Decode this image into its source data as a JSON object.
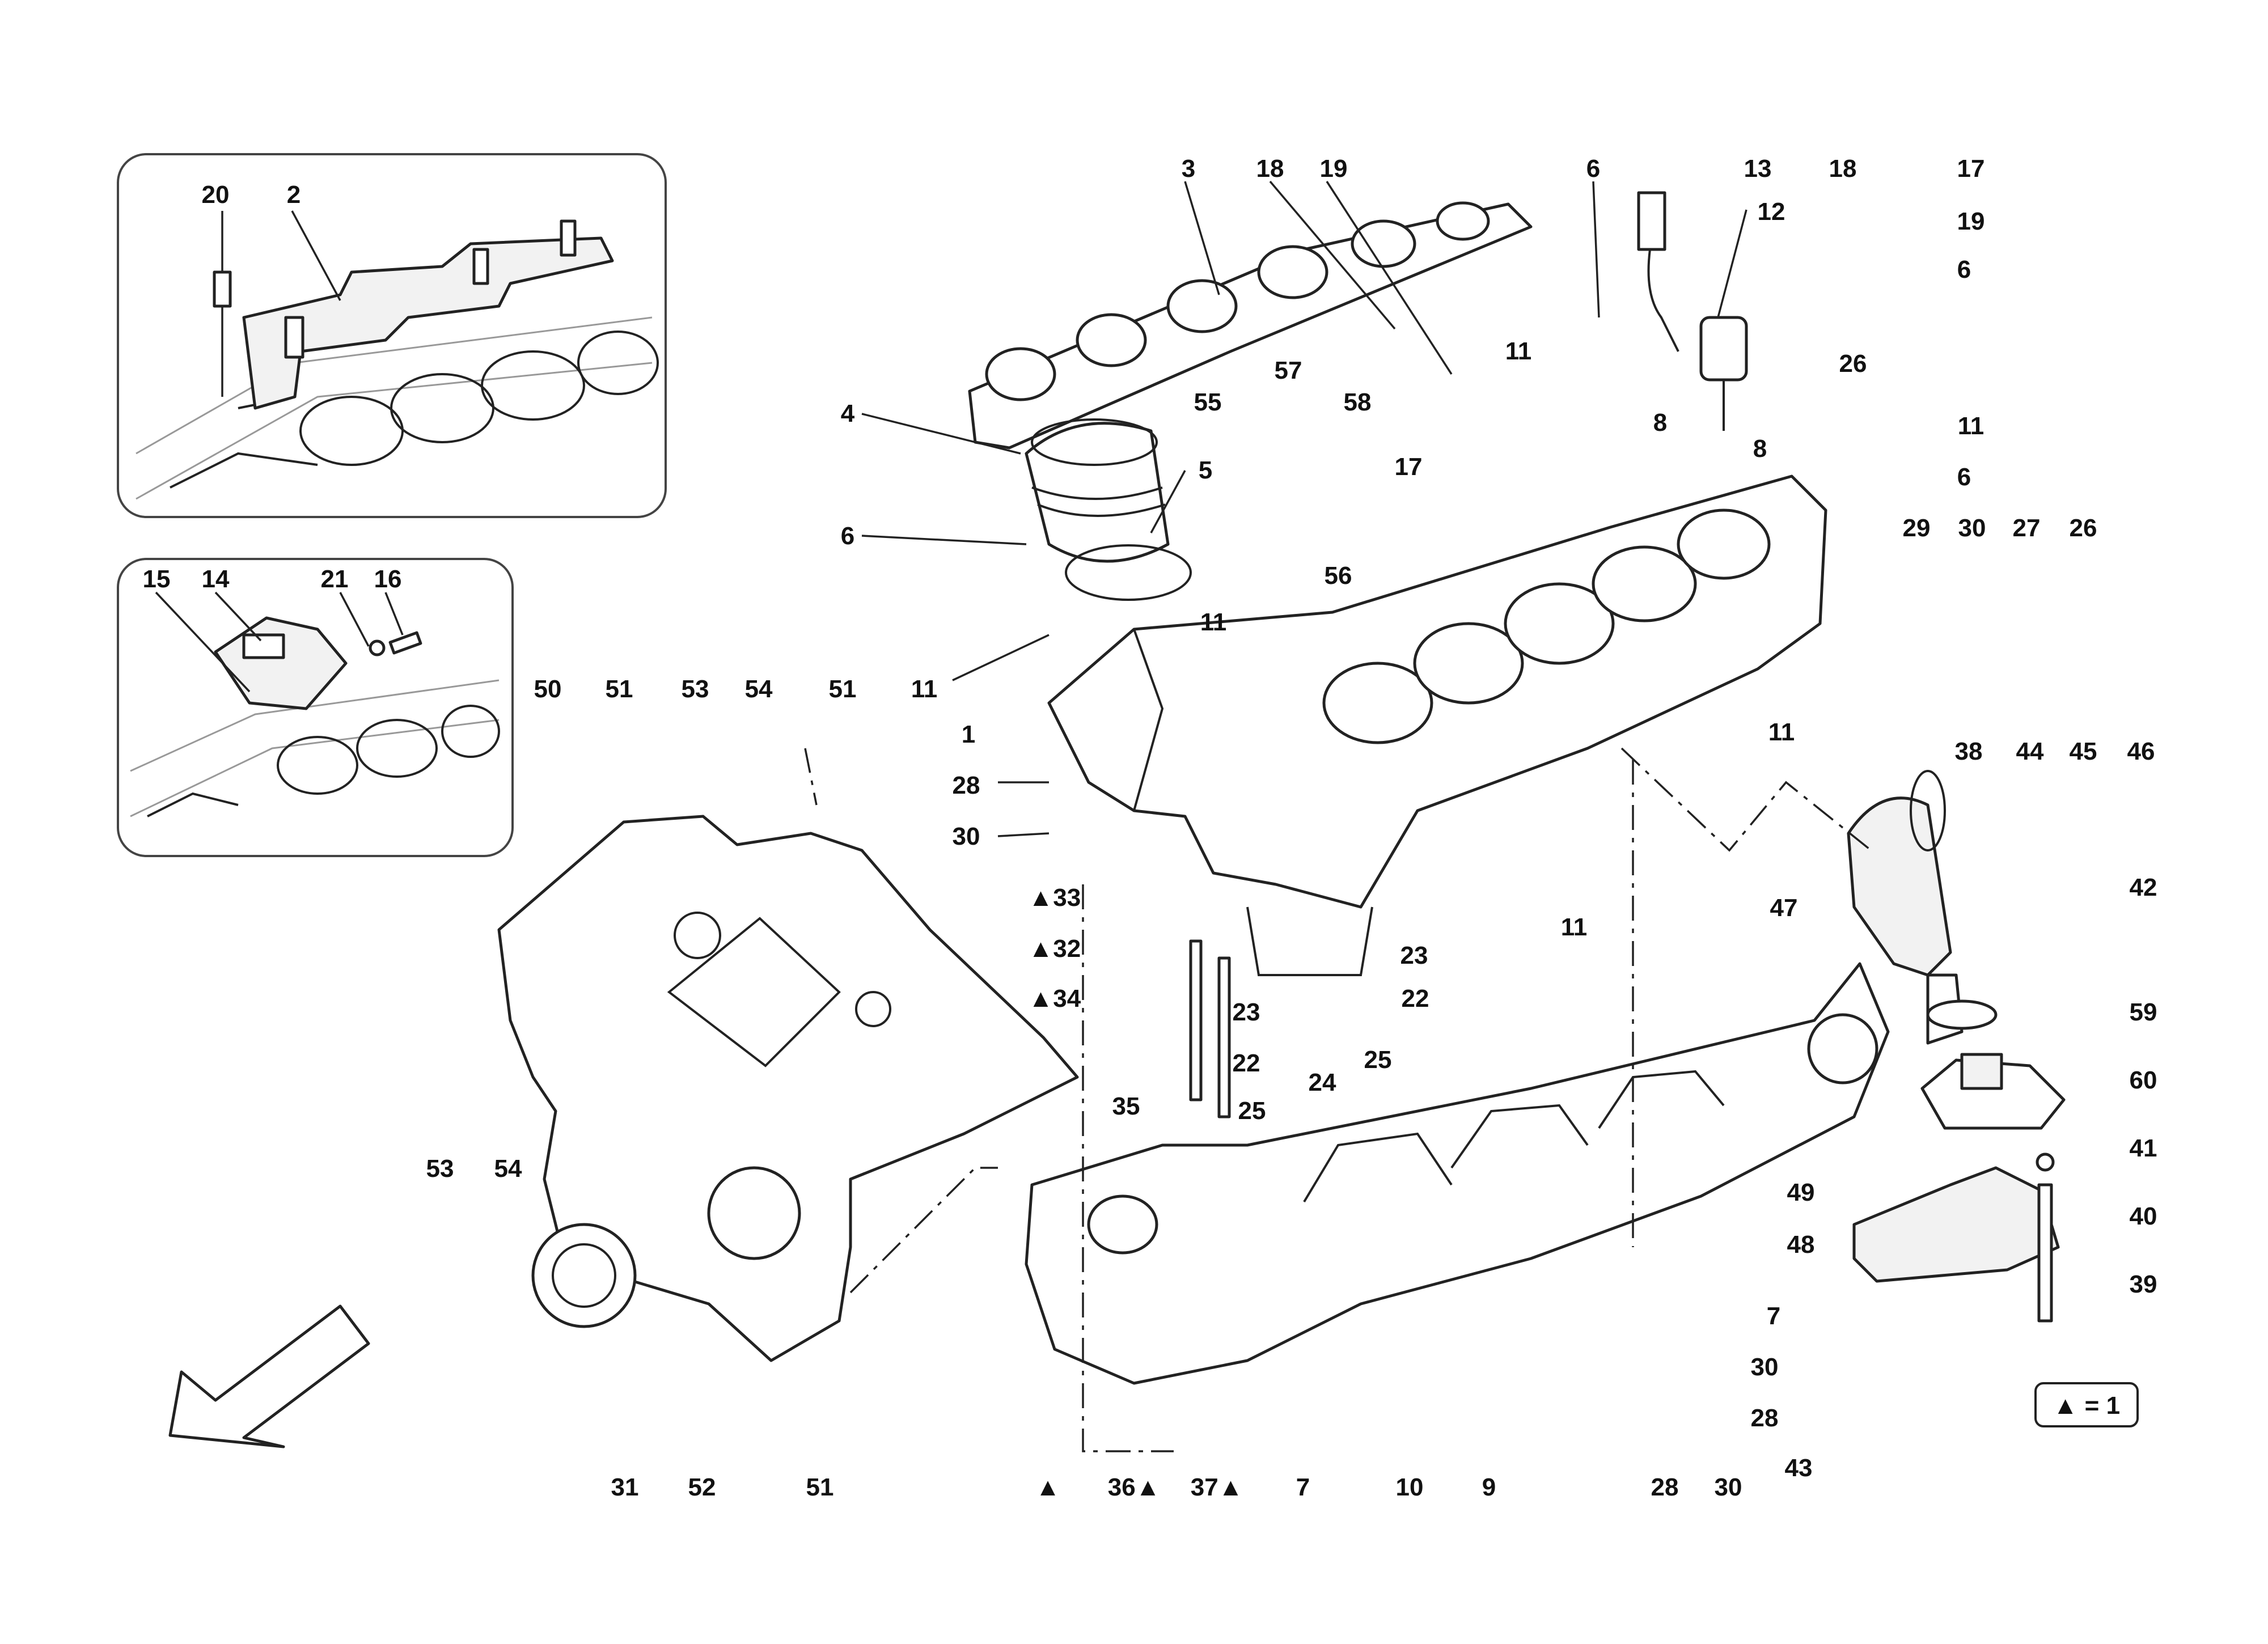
{
  "callouts": {
    "c_20": "20",
    "c_2": "2",
    "c_15": "15",
    "c_14": "14",
    "c_21": "21",
    "c_16": "16",
    "c_3": "3",
    "c_18a": "18",
    "c_19a": "19",
    "c_6a": "6",
    "c_13": "13",
    "c_18b": "18",
    "c_17a": "17",
    "c_12": "12",
    "c_19b": "19",
    "c_6b": "6",
    "c_4": "4",
    "c_57": "57",
    "c_58": "58",
    "c_55": "55",
    "c_11a": "11",
    "c_17b": "17",
    "c_8a": "8",
    "c_26a": "26",
    "c_8b": "8",
    "c_11b": "11",
    "c_6c": "6",
    "c_5": "5",
    "c_6d": "6",
    "c_56": "56",
    "c_29": "29",
    "c_30a": "30",
    "c_27": "27",
    "c_26b": "26",
    "c_11c": "11",
    "c_11d": "11",
    "c_11e": "11",
    "c_1": "1",
    "c_50": "50",
    "c_51a": "51",
    "c_53a": "53",
    "c_54a": "54",
    "c_51b": "51",
    "c_28a": "28",
    "c_30b": "30",
    "c_38": "38",
    "c_44": "44",
    "c_45": "45",
    "c_46": "46",
    "c_11f": "11",
    "c_47": "47",
    "c_42": "42",
    "c_33": "▲33",
    "c_32": "▲32",
    "c_34": "▲34",
    "c_23a": "23",
    "c_23b": "23",
    "c_22a": "22",
    "c_22b": "22",
    "c_25a": "25",
    "c_24": "24",
    "c_25b": "25",
    "c_59": "59",
    "c_60": "60",
    "c_35": "35",
    "c_53b": "53",
    "c_54b": "54",
    "c_41": "41",
    "c_40": "40",
    "c_49": "49",
    "c_48": "48",
    "c_39": "39",
    "c_7a": "7",
    "c_30c": "30",
    "c_28b": "28",
    "c_43": "43",
    "c_31": "31",
    "c_52": "52",
    "c_51c": "51",
    "c_tri": "▲",
    "c_36": "36▲",
    "c_37": "37▲",
    "c_7b": "7",
    "c_10": "10",
    "c_9": "9",
    "c_28c": "28",
    "c_30d": "30"
  },
  "legend": {
    "text": "▲ = 1"
  }
}
